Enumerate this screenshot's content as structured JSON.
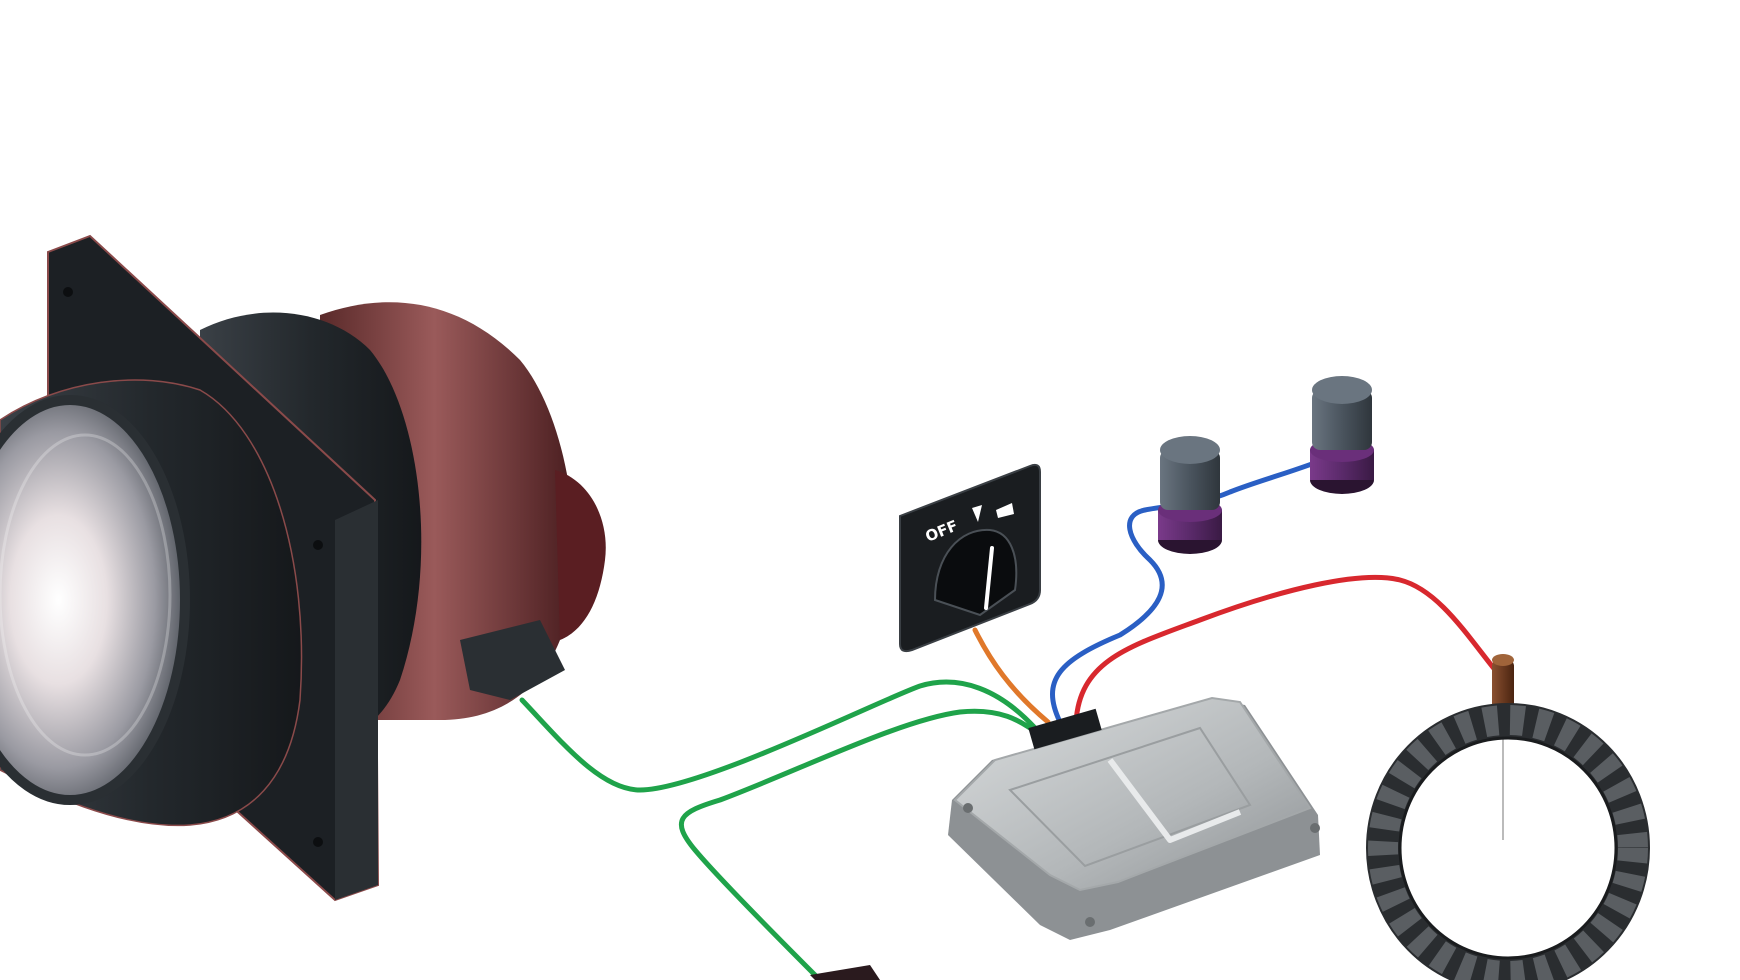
{
  "diagram": {
    "background_color": "#ffffff",
    "switch_panel": {
      "labels": [
        "OFF"
      ]
    },
    "wires": [
      {
        "id": "lamp-to-module",
        "color": "#1fa34a"
      },
      {
        "id": "lower-to-module",
        "color": "#1fa34a"
      },
      {
        "id": "switch-to-module",
        "color": "#e0782a"
      },
      {
        "id": "sensors-to-module",
        "color": "#2a5fc4"
      },
      {
        "id": "speed-sensor-to-module",
        "color": "#d8282e"
      }
    ],
    "components": [
      {
        "name": "headlamp-projector",
        "color": "#2a2f33",
        "accent": "#8a4a4a"
      },
      {
        "name": "light-switch",
        "color": "#1a1d20"
      },
      {
        "name": "level-sensor",
        "color": "#4a5560",
        "accent": "#6a2f7a"
      },
      {
        "name": "level-sensor",
        "color": "#4a5560",
        "accent": "#6a2f7a"
      },
      {
        "name": "control-module",
        "color": "#b8bcbe"
      },
      {
        "name": "speed-sensor",
        "color": "#6b3a1f"
      },
      {
        "name": "tone-ring",
        "color": "#3a3d40"
      }
    ]
  }
}
